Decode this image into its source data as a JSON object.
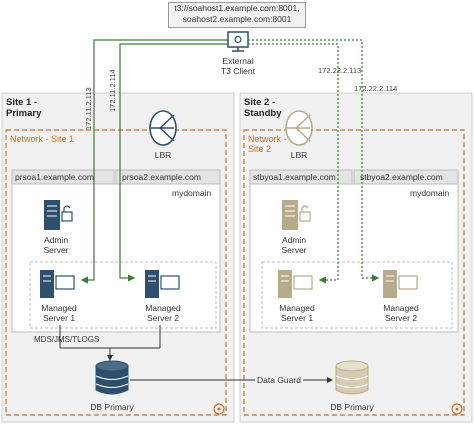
{
  "t3_urls": {
    "line1": "t3://soahost1.example.com:8001,",
    "line2": "soahost2.example.com:8001"
  },
  "client": {
    "line1": "External",
    "line2": "T3 Client"
  },
  "ips": {
    "site1_a": "172.11.2.113",
    "site1_b": "172.11.2.114",
    "site2_a": "172.22.2.113",
    "site2_b": "172.22.2.114"
  },
  "site1": {
    "title_line1": "Site 1 -",
    "title_line2": "Primary",
    "network": "Network - Site 1",
    "lbr": "LBR",
    "host1": "prsoa1.example.com",
    "host2": "prsoa2.example.com",
    "domain": "mydomain",
    "admin": {
      "line1": "Admin",
      "line2": "Server"
    },
    "ms1": {
      "line1": "Managed",
      "line2": "Server 1"
    },
    "ms2": {
      "line1": "Managed",
      "line2": "Server 2"
    },
    "storage_label": "MDS/JMS/TLOGS",
    "db": "DB Primary"
  },
  "site2": {
    "title_line1": "Site 2 -",
    "title_line2": "Standby",
    "network_line1": "Network -",
    "network_line2": "Site 2",
    "lbr": "LBR",
    "host1": "stbyoa1.example.com",
    "host2": "stbyoa2.example.com",
    "domain": "mydomain",
    "admin": {
      "line1": "Admin",
      "line2": "Server"
    },
    "ms1": {
      "line1": "Managed",
      "line2": "Server 1"
    },
    "ms2": {
      "line1": "Managed",
      "line2": "Server 2"
    },
    "db": "DB Primary"
  },
  "replication": "Data Guard",
  "colors": {
    "active_line": "#3d7a3a",
    "standby_line": "#3d7a3a",
    "network_border": "#c8702a",
    "active_icon": "#2f4f6f",
    "standby_icon": "#b8ab8c",
    "site_bg": "#f1f1f1"
  }
}
